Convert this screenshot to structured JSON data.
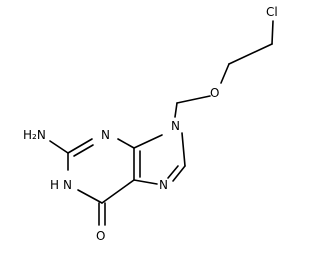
{
  "molecule": {
    "labels": {
      "chlorine": "Cl",
      "ether_oxygen": "O",
      "n9": "N",
      "n3": "N",
      "n7": "N",
      "n1h": "N",
      "n1h_h": "H",
      "amine_nh2": "H₂N",
      "carbonyl_oxygen": "O"
    }
  }
}
